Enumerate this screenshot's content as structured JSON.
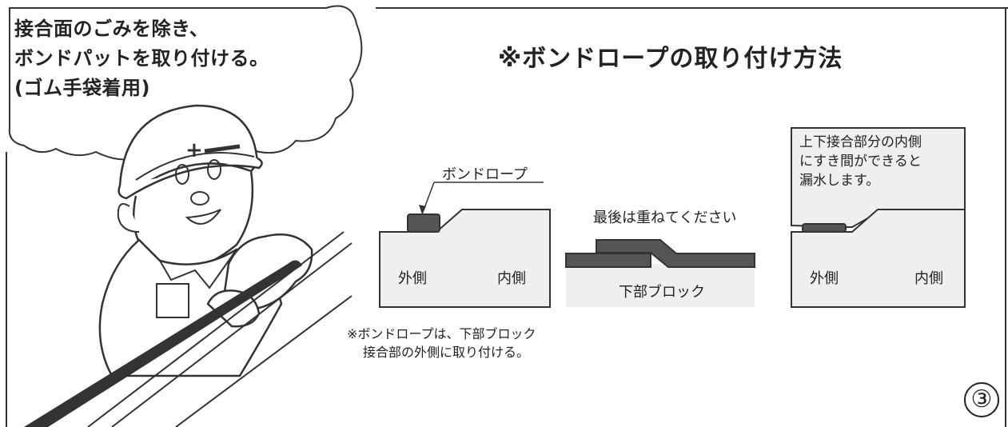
{
  "bubble": {
    "line1": "接合面のごみを除き、",
    "line2": "ボンドパットを取り付ける。",
    "line3": "(ゴム手袋着用)"
  },
  "title": "※ボンドロープの取り付け方法",
  "diagram_left": {
    "rope_label": "ボンドロープ",
    "outer_label": "外側",
    "inner_label": "内側"
  },
  "diagram_center": {
    "caption": "最後は重ねてください",
    "block_label": "下部ブロック"
  },
  "diagram_right": {
    "warning_line1": "上下接合部分の内側",
    "warning_line2": "にすき間ができると",
    "warning_line3": "漏水します。",
    "outer_label": "外側",
    "inner_label": "内側"
  },
  "note": {
    "line1": "※ボンドロープは、下部ブロック",
    "line2": "接合部の外側に取り付ける。"
  },
  "page_number": "③",
  "colors": {
    "panel_fill": "#efefef",
    "rope_fill": "#555555",
    "line": "#333333"
  }
}
